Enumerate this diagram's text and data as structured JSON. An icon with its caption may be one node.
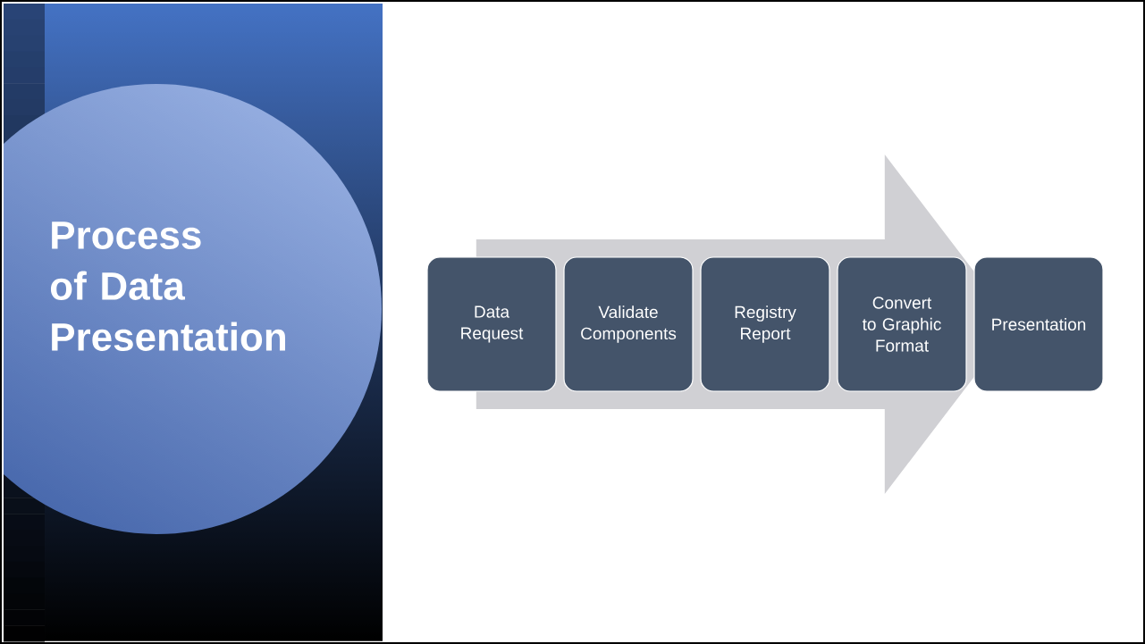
{
  "diagram": {
    "title": "Process of Data Presentation",
    "nodes": [
      {
        "text": [
          "Data Request"
        ]
      },
      {
        "text": [
          "Validate Components"
        ]
      },
      {
        "text": [
          "Registry Report"
        ]
      },
      {
        "text": [
          "Convert to Graphic Format"
        ]
      },
      {
        "text": [
          "Presentation"
        ]
      }
    ],
    "edges": [
      {
        "from": 0,
        "to": 4,
        "arrow": "to",
        "style": "thick"
      }
    ]
  }
}
